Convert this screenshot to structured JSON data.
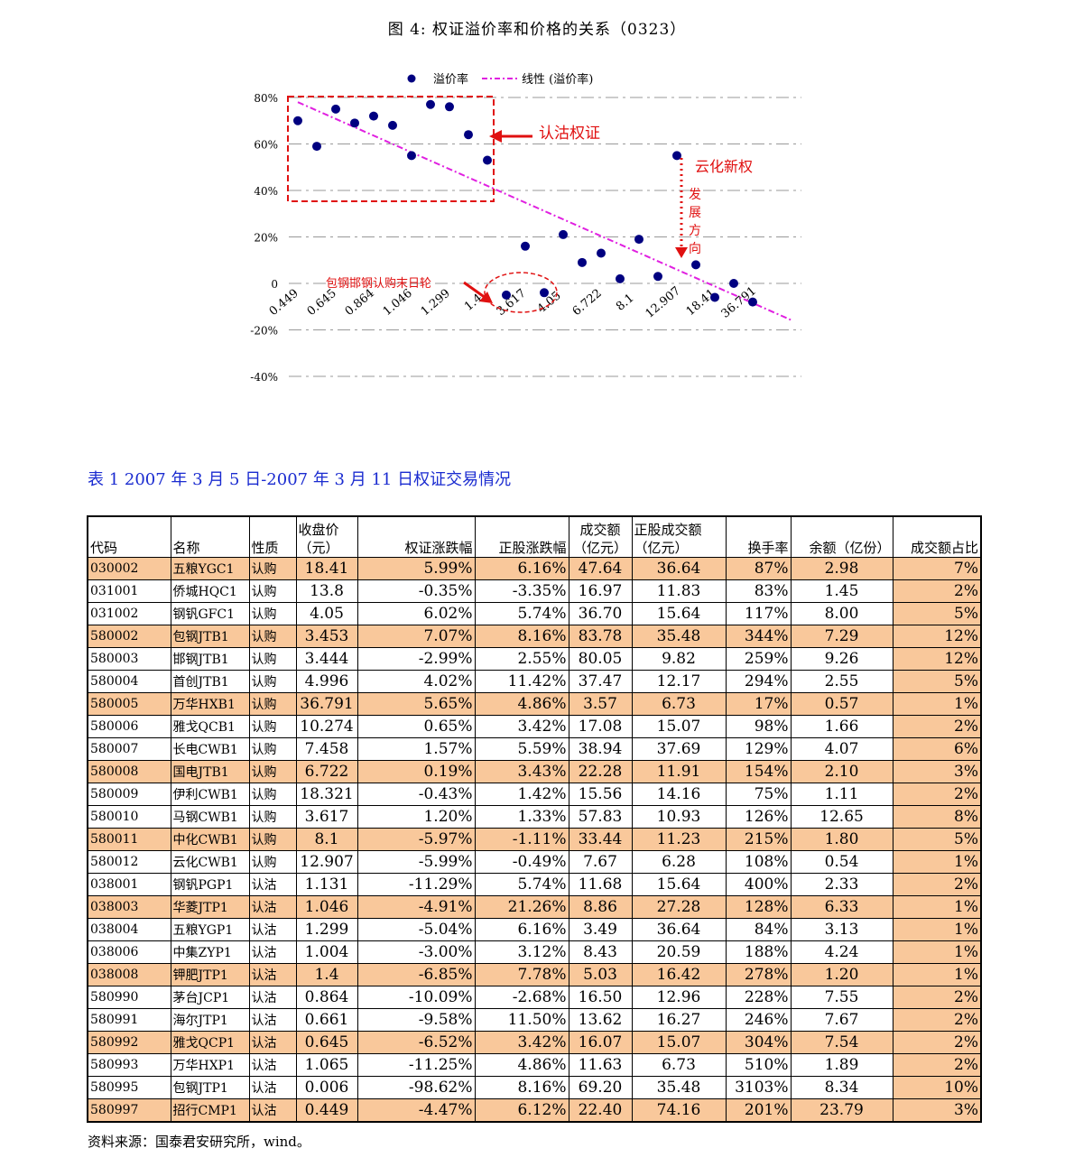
{
  "figure": {
    "title": "图 4: 权证溢价率和价格的关系（0323）",
    "legend": {
      "series_1": "溢价率",
      "series_2": "线性 (溢价率)"
    },
    "annotations": {
      "box_label": "认沽权证",
      "yunhua": "云化新权",
      "direction": [
        "发",
        "展",
        "方",
        "向"
      ],
      "baogang": "包钢邯钢认购末日轮"
    },
    "colors": {
      "points": "#000080",
      "trend": "#e020e0",
      "annotation": "#e01010",
      "grid": "#999999"
    }
  },
  "chart_data": {
    "type": "scatter",
    "series": [
      {
        "name": "溢价率",
        "x": [
          "0.449",
          "0.645",
          "0.864",
          "1.046",
          "1.299",
          "1.4",
          "3.617",
          "4.05",
          "6.722",
          "8.1",
          "12.907",
          "18.41",
          "36.791"
        ],
        "points": [
          {
            "i": 0,
            "y": 70
          },
          {
            "i": 1,
            "y": 59
          },
          {
            "i": 2,
            "y": 75
          },
          {
            "i": 3,
            "y": 69
          },
          {
            "i": 4,
            "y": 72
          },
          {
            "i": 5,
            "y": 68
          },
          {
            "i": 6,
            "y": 55
          },
          {
            "i": 7,
            "y": 77
          },
          {
            "i": 8,
            "y": 76
          },
          {
            "i": 9,
            "y": 64
          },
          {
            "i": 10,
            "y": 53
          },
          {
            "i": 11,
            "y": -5
          },
          {
            "i": 12,
            "y": 16
          },
          {
            "i": 13,
            "y": -4
          },
          {
            "i": 14,
            "y": 21
          },
          {
            "i": 15,
            "y": 9
          },
          {
            "i": 16,
            "y": 13
          },
          {
            "i": 17,
            "y": 2
          },
          {
            "i": 18,
            "y": 19
          },
          {
            "i": 19,
            "y": 3
          },
          {
            "i": 20,
            "y": 55
          },
          {
            "i": 21,
            "y": 8
          },
          {
            "i": 22,
            "y": -6
          },
          {
            "i": 23,
            "y": 0
          },
          {
            "i": 24,
            "y": -8
          }
        ]
      },
      {
        "name": "线性 (溢价率)",
        "trend": {
          "from": {
            "i": 0,
            "y": 78
          },
          "to": {
            "i": 26,
            "y": -16
          }
        }
      }
    ],
    "yticks": [
      "80%",
      "60%",
      "40%",
      "20%",
      "0",
      "-20%",
      "-40%"
    ],
    "ylim": [
      -40,
      80
    ],
    "grid": "dashed horizontal"
  },
  "table": {
    "caption": "表 1 2007 年 3 月 5 日-2007 年 3 月 11 日权证交易情况",
    "headers": [
      "代码",
      "名称",
      "性质",
      "收盘价（元）",
      "权证涨跌幅",
      "正股涨跌幅",
      "成交额（亿元）",
      "正股成交额（亿元）",
      "换手率",
      "余额（亿份）",
      "成交额占比"
    ],
    "rows": [
      {
        "hl": true,
        "c": [
          "030002",
          "五粮YGC1",
          "认购",
          "18.41",
          "5.99%",
          "6.16%",
          "47.64",
          "36.64",
          "87%",
          "2.98",
          "7%"
        ]
      },
      {
        "hl": false,
        "c": [
          "031001",
          "侨城HQC1",
          "认购",
          "13.8",
          "-0.35%",
          "-3.35%",
          "16.97",
          "11.83",
          "83%",
          "1.45",
          "2%"
        ]
      },
      {
        "hl": false,
        "c": [
          "031002",
          "钢钒GFC1",
          "认购",
          "4.05",
          "6.02%",
          "5.74%",
          "36.70",
          "15.64",
          "117%",
          "8.00",
          "5%"
        ]
      },
      {
        "hl": true,
        "c": [
          "580002",
          "包钢JTB1",
          "认购",
          "3.453",
          "7.07%",
          "8.16%",
          "83.78",
          "35.48",
          "344%",
          "7.29",
          "12%"
        ]
      },
      {
        "hl": false,
        "c": [
          "580003",
          "邯钢JTB1",
          "认购",
          "3.444",
          "-2.99%",
          "2.55%",
          "80.05",
          "9.82",
          "259%",
          "9.26",
          "12%"
        ]
      },
      {
        "hl": false,
        "c": [
          "580004",
          "首创JTB1",
          "认购",
          "4.996",
          "4.02%",
          "11.42%",
          "37.47",
          "12.17",
          "294%",
          "2.55",
          "5%"
        ]
      },
      {
        "hl": true,
        "c": [
          "580005",
          "万华HXB1",
          "认购",
          "36.791",
          "5.65%",
          "4.86%",
          "3.57",
          "6.73",
          "17%",
          "0.57",
          "1%"
        ]
      },
      {
        "hl": false,
        "c": [
          "580006",
          "雅戈QCB1",
          "认购",
          "10.274",
          "0.65%",
          "3.42%",
          "17.08",
          "15.07",
          "98%",
          "1.66",
          "2%"
        ]
      },
      {
        "hl": false,
        "c": [
          "580007",
          "长电CWB1",
          "认购",
          "7.458",
          "1.57%",
          "5.59%",
          "38.94",
          "37.69",
          "129%",
          "4.07",
          "6%"
        ]
      },
      {
        "hl": true,
        "c": [
          "580008",
          "国电JTB1",
          "认购",
          "6.722",
          "0.19%",
          "3.43%",
          "22.28",
          "11.91",
          "154%",
          "2.10",
          "3%"
        ]
      },
      {
        "hl": false,
        "c": [
          "580009",
          "伊利CWB1",
          "认购",
          "18.321",
          "-0.43%",
          "1.42%",
          "15.56",
          "14.16",
          "75%",
          "1.11",
          "2%"
        ]
      },
      {
        "hl": false,
        "c": [
          "580010",
          "马钢CWB1",
          "认购",
          "3.617",
          "1.20%",
          "1.33%",
          "57.83",
          "10.93",
          "126%",
          "12.65",
          "8%"
        ]
      },
      {
        "hl": true,
        "c": [
          "580011",
          "中化CWB1",
          "认购",
          "8.1",
          "-5.97%",
          "-1.11%",
          "33.44",
          "11.23",
          "215%",
          "1.80",
          "5%"
        ]
      },
      {
        "hl": false,
        "c": [
          "580012",
          "云化CWB1",
          "认购",
          "12.907",
          "-5.99%",
          "-0.49%",
          "7.67",
          "6.28",
          "108%",
          "0.54",
          "1%"
        ]
      },
      {
        "hl": false,
        "c": [
          "038001",
          "钢钒PGP1",
          "认沽",
          "1.131",
          "-11.29%",
          "5.74%",
          "11.68",
          "15.64",
          "400%",
          "2.33",
          "2%"
        ]
      },
      {
        "hl": true,
        "c": [
          "038003",
          "华菱JTP1",
          "认沽",
          "1.046",
          "-4.91%",
          "21.26%",
          "8.86",
          "27.28",
          "128%",
          "6.33",
          "1%"
        ]
      },
      {
        "hl": false,
        "c": [
          "038004",
          "五粮YGP1",
          "认沽",
          "1.299",
          "-5.04%",
          "6.16%",
          "3.49",
          "36.64",
          "84%",
          "3.13",
          "1%"
        ]
      },
      {
        "hl": false,
        "c": [
          "038006",
          "中集ZYP1",
          "认沽",
          "1.004",
          "-3.00%",
          "3.12%",
          "8.43",
          "20.59",
          "188%",
          "4.24",
          "1%"
        ]
      },
      {
        "hl": true,
        "c": [
          "038008",
          "钾肥JTP1",
          "认沽",
          "1.4",
          "-6.85%",
          "7.78%",
          "5.03",
          "16.42",
          "278%",
          "1.20",
          "1%"
        ]
      },
      {
        "hl": false,
        "c": [
          "580990",
          "茅台JCP1",
          "认沽",
          "0.864",
          "-10.09%",
          "-2.68%",
          "16.50",
          "12.96",
          "228%",
          "7.55",
          "2%"
        ]
      },
      {
        "hl": false,
        "c": [
          "580991",
          "海尔JTP1",
          "认沽",
          "0.661",
          "-9.58%",
          "11.50%",
          "13.62",
          "16.27",
          "246%",
          "7.67",
          "2%"
        ]
      },
      {
        "hl": true,
        "c": [
          "580992",
          "雅戈QCP1",
          "认沽",
          "0.645",
          "-6.52%",
          "3.42%",
          "16.07",
          "15.07",
          "304%",
          "7.54",
          "2%"
        ]
      },
      {
        "hl": false,
        "c": [
          "580993",
          "万华HXP1",
          "认沽",
          "1.065",
          "-11.25%",
          "4.86%",
          "11.63",
          "6.73",
          "510%",
          "1.89",
          "2%"
        ]
      },
      {
        "hl": false,
        "c": [
          "580995",
          "包钢JTP1",
          "认沽",
          "0.006",
          "-98.62%",
          "8.16%",
          "69.20",
          "35.48",
          "3103%",
          "8.34",
          "10%"
        ]
      },
      {
        "hl": true,
        "c": [
          "580997",
          "招行CMP1",
          "认沽",
          "0.449",
          "-4.47%",
          "6.12%",
          "22.40",
          "74.16",
          "201%",
          "23.79",
          "3%"
        ]
      }
    ],
    "source": "资料来源：国泰君安研究所，wind。"
  }
}
